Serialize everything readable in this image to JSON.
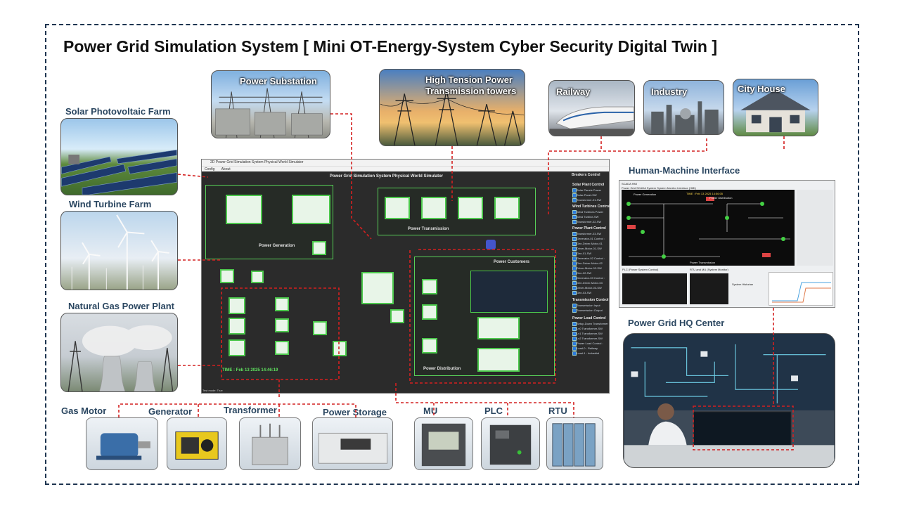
{
  "title": "Power Grid Simulation System [ Mini OT-Energy-System Cyber Security Digital Twin ]",
  "cards": {
    "solar": "Solar Photovoltaic Farm",
    "wind": "Wind Turbine Farm",
    "gas": "Natural Gas Power Plant",
    "substation": "Power Substation",
    "towers_line1": "High Tension Power",
    "towers_line2": "Transmission towers",
    "railway": "Railway",
    "industry": "Industry",
    "city_house": "City House",
    "hmi": "Human-Machine Interface",
    "hq": "Power Grid HQ Center"
  },
  "equipment": {
    "gas_motor": "Gas Motor",
    "generator": "Generator",
    "transformer": "Transformer",
    "power_storage": "Power Storage",
    "mu": "MU",
    "plc": "PLC",
    "rtu": "RTU"
  },
  "simulator": {
    "window_title": "2D Power Grid Simulation System Physical World Simulator",
    "menu": [
      "Config",
      "About"
    ],
    "header": "Power Grid Simulation System Physical World Simulator",
    "generation_label": "Power Generation",
    "transmission_label": "Power Transmission",
    "customers_label": "Power Customers",
    "distribution_label": "Power Distribution",
    "time": "TIME : Feb 13 2025 14:46:19",
    "status": "Test mode: True"
  },
  "breakers": {
    "title": "Breakers Control",
    "groups": [
      {
        "name": "Solar Plant Control",
        "items": [
          "Solar Panels Power",
          "Solar-Panel-SW",
          "Transformer-01-SW"
        ]
      },
      {
        "name": "Wind Turbines Control",
        "items": [
          "Wind Turbines Power",
          "Wind Turbine-SW",
          "Transformer-02-SW"
        ]
      },
      {
        "name": "Power Plant Control",
        "items": [
          "Transformer-03-SW",
          "Generator-01 Control :",
          "Gen-Driver-Motor-01",
          "Driver-Motor-01-SW",
          "Gen-01-SW",
          "Generator-02 Control :",
          "Gen-Driver-Motor-02",
          "Driver-Motor-02-SW",
          "Gen-02-SW",
          "Generator-03 Control :",
          "Gen-Driver-Motor-03",
          "Driver-Motor-03-SW",
          "Gen-03-SW"
        ]
      },
      {
        "name": "Transmission Control",
        "items": [
          "Transmission Input",
          "Transmission Output"
        ]
      },
      {
        "name": "Power Load Control",
        "items": [
          "Setup-Down Transformer",
          "Lv0 Transformer-SW",
          "Lv1 Transformer-SW",
          "Lv2 Transformer-SW",
          "Power Load Control :",
          "Load-0 - Railway",
          "Load-1 - Industrial"
        ]
      }
    ]
  },
  "hmi_panel": {
    "window_title": "SCADA HMI",
    "header": "Power Grid SCADA System System Monitor Interface (HMI)",
    "time": "TIME : Feb 13 2025 14:56:05",
    "sections": [
      "Power Generation",
      "Power Distribution",
      "Power Transmission"
    ],
    "bottom_labels": [
      "PLC (Power System Control)",
      "RTU and MU (System Monitor)",
      "System Historian"
    ]
  },
  "colors": {
    "frame": "#1e3550",
    "link": "#d42020",
    "sim_green": "#4cc84c",
    "label_blue": "#2a4660"
  }
}
